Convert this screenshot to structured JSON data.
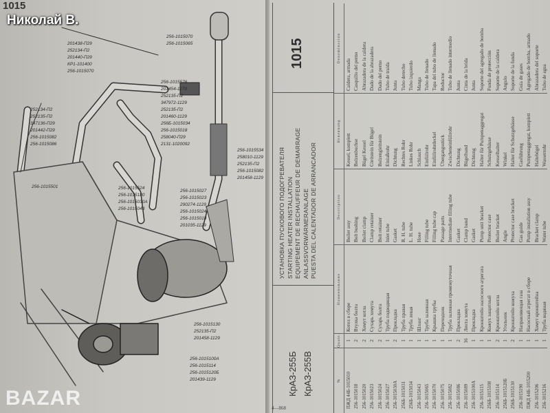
{
  "overlay": {
    "author": "Николай В.",
    "watermark": "BAZAR"
  },
  "left_page": {
    "group_number": "1015",
    "callouts": [
      "256-1015070",
      "256-1015065",
      "201438-П29",
      "252134-П2",
      "201440-П29",
      "КР1-101400",
      "256-1015070",
      "256-1015576",
      "201454-1179",
      "252135-П2",
      "347972-1129",
      "252135-П2",
      "201460-1129",
      "256Б-1015034",
      "256-1015018",
      "258040-П29",
      "2131-1020092",
      "252134-П2",
      "252135-П2",
      "347136-П29",
      "201442-П29",
      "256-1015082",
      "256-1015086",
      "256-1015534",
      "258010-1129",
      "252135-П2",
      "256-1015082",
      "201458-1129",
      "256-1015501",
      "256-1015524",
      "256-1015180",
      "256-1015030А",
      "256-1015043",
      "256-1015027",
      "256-1015023",
      "290274-1129",
      "256-1015024",
      "256-1015018",
      "201035-1129",
      "256-1015130",
      "252135-П2",
      "201458-1129",
      "256-1015100А",
      "256-1015114",
      "256-1015120Б",
      "201439-1129"
    ]
  },
  "right_page": {
    "models": [
      "КрАЗ-255Б",
      "КрАЗ-255В"
    ],
    "title_lines": [
      "УСТАНОВКА ПУСКОВОГО ПОДОГРЕВАТЕЛЯ",
      "STARTING HEATER INSTALLATION",
      "EQUIPEMENT DE RECHAUFFEUR DE DEMARRAGE",
      "ANLASSVORWÄRMERANLAGE",
      "PUESTA DEL CALENTADOR DE ARRANCADOR"
    ],
    "group_number": "1015",
    "columns": [
      "№",
      "Quant.",
      "Наименование",
      "Description",
      "Benennung",
      "Denominación"
    ],
    "rows": [
      [
        "ПЖД 44Б-1015010",
        "1",
        "Котел в сборе",
        "Boiler assy",
        "Kessel, komplett",
        "Caldera, armada"
      ],
      [
        "256-1015018",
        "2",
        "Втулка болта",
        "Bolt bushing",
        "Bolzenbuchse",
        "Casquillo del perno"
      ],
      [
        "256-1015020",
        "2",
        "Хомут котла",
        "Boiler clamp",
        "Bügel Kessel",
        "Abrazadera de la caldera"
      ],
      [
        "256-1015023",
        "2",
        "Сухарь хомута",
        "Clamp retainer",
        "Gleitstein für Bügel",
        "Dado de la abrazadera"
      ],
      [
        "256-1015024",
        "2",
        "Сухарь болта",
        "Bolt retainer",
        "Bolzengleitstein",
        "Dado del perno"
      ],
      [
        "256-1015027",
        "1",
        "Труба подводящая",
        "Inlet tube",
        "Einlaßrohr",
        "Tubo de traída"
      ],
      [
        "256-1015030А",
        "2",
        "Прокладка",
        "Gasket",
        "Dichtung",
        "Junta"
      ],
      [
        "256Б-1015031",
        "1",
        "Труба правая",
        "R. H. tube",
        "Rechtes Rohr",
        "Tubo derecho"
      ],
      [
        "256Б-1015034",
        "1",
        "Труба левая",
        "L. H. tube",
        "Linkes Rohr",
        "Tubo izquierdo"
      ],
      [
        "256-1015043",
        "1",
        "Шланг",
        "Hose",
        "Schlauch",
        "Manga"
      ],
      [
        "256-1015065",
        "1",
        "Труба заливная",
        "Filling tube",
        "Einfüllrohr",
        "Tubo de llenado"
      ],
      [
        "256-1015070",
        "1",
        "Крышка трубы",
        "Filling tube cap",
        "Einfüllrohrdeckel",
        "Tapa del tubo de llenado"
      ],
      [
        "256-1015075",
        "1",
        "Переходник",
        "Passage parts",
        "Übergangsstück",
        "Reductor"
      ],
      [
        "256-1015082",
        "1",
        "Труба заливная промежуточная",
        "Intermediate filling tube",
        "Zwischeneinfüllrohr",
        "Tubo de llenado intermedio"
      ],
      [
        "256-1015086",
        "2",
        "Прокладка",
        "Gasket",
        "Dichtung",
        "Junta"
      ],
      [
        "256-1015089",
        "16",
        "Лента хомута",
        "Clamp band",
        "Bügelband",
        "Cinta de la brida"
      ],
      [
        "256-1015100А",
        "1",
        "Прокладка",
        "Gasket",
        "Dichtung",
        "Junta"
      ],
      [
        "256-1015115",
        "1",
        "Кронштейн насосного агрегата",
        "Pump unit bracket",
        "Halter für Pumpenaggregat",
        "Soporte del agregado de bomba"
      ],
      [
        "256Б-1015108",
        "1",
        "Кожух защитный",
        "Protector case",
        "Schutzgehäuse",
        "Funda de protección"
      ],
      [
        "256-1015114",
        "2",
        "Кронштейн котла",
        "Boiler bracket",
        "Kesselhalter",
        "Soporte de la caldera"
      ],
      [
        "256Б-1015120Б",
        "1",
        "Угольник",
        "Angle",
        "Winkel",
        "Angulo"
      ],
      [
        "256Б-1015130",
        "2",
        "Кронштейн кожуха",
        "Protector case bracket",
        "Halter für Schutzgehäuse",
        "Soporte de la funda"
      ],
      [
        "256-1015190",
        "1",
        "Направляющая газа",
        "Gas guide",
        "Gasführung",
        "Guía de gases"
      ],
      [
        "ПЖД 44Б-1015200",
        "1",
        "Насосный агрегат в сборе",
        "Pump installation assy",
        "Pumpenaggregat, komplett",
        "Agregado de bomba, armado"
      ],
      [
        "256-1015206",
        "1",
        "Хомут кронштейна",
        "Bracket clamp",
        "Haltebügel",
        "Abrazadera del soporte"
      ],
      [
        "256-1015216",
        "1",
        "Труба водяная",
        "Water tube",
        "Wasserrohr",
        "Tubo de agua"
      ]
    ],
    "footer": "4—868"
  }
}
